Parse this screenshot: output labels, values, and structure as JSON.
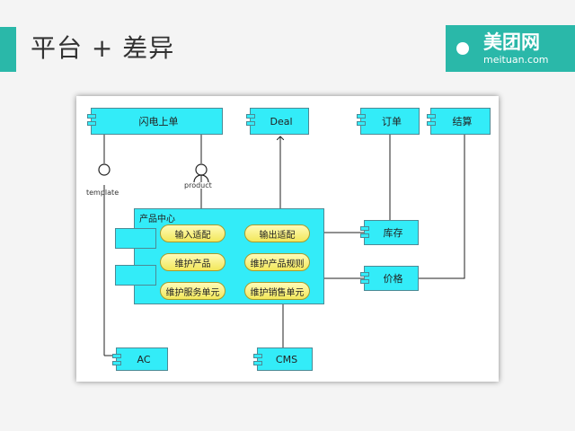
{
  "slide": {
    "title": "平台 + 差异",
    "logo_name": "美团网",
    "logo_url": "meituan.com"
  },
  "diagram": {
    "flash_sale": "闪电上单",
    "deal": "Deal",
    "order": "订单",
    "settlement": "结算",
    "template": "template",
    "product": "product",
    "product_center": "产品中心",
    "input_adapter": "输入适配",
    "output_adapter": "输出适配",
    "maintain_product": "维护产品",
    "maintain_product_rules": "维护产品规则",
    "maintain_service_unit": "维护服务单元",
    "maintain_sales_unit": "维护销售单元",
    "inventory": "库存",
    "price": "价格",
    "ac": "AC",
    "cms": "CMS"
  },
  "colors": {
    "accent": "#2ab8a9",
    "component_fill": "#33ecf8",
    "pill_fill": "#f6ee7a"
  }
}
